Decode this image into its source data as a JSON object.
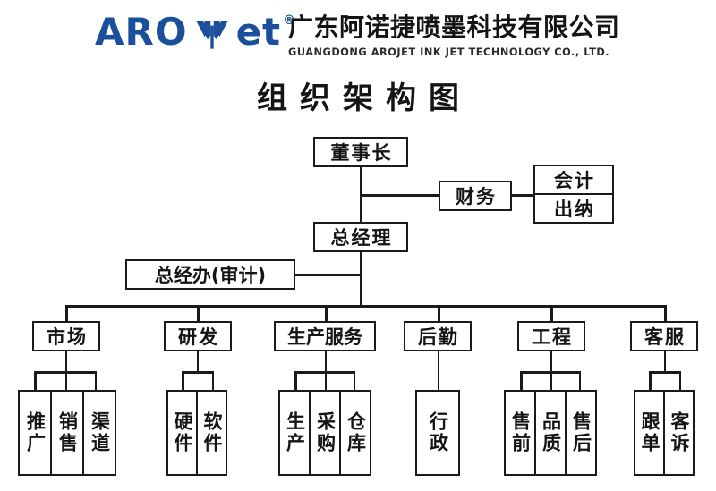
{
  "header": {
    "logo_text_left": "ARO",
    "logo_text_right": "et",
    "logo_mark": "leaf-mark",
    "logo_registered": "®",
    "logo_color": "#1a4f9c",
    "company_cn": "广东阿诺捷喷墨科技有限公司",
    "company_en": "GUANGDONG AROJET INK JET TECHNOLOGY CO., LTD."
  },
  "title": "组织架构图",
  "chart_data": {
    "type": "diagram",
    "diagram_kind": "org-chart",
    "nodes": {
      "chairman": "董事长",
      "finance": "财务",
      "finance_children": [
        "会计",
        "出纳"
      ],
      "general_manager": "总经理",
      "gm_office": "总经办(审计)"
    },
    "departments": [
      {
        "name": "市场",
        "children": [
          "推广",
          "销售",
          "渠道"
        ]
      },
      {
        "name": "研发",
        "children": [
          "硬件",
          "软件"
        ]
      },
      {
        "name": "生产服务",
        "children": [
          "生产",
          "采购",
          "仓库"
        ]
      },
      {
        "name": "后勤",
        "children": [
          "行政"
        ]
      },
      {
        "name": "工程",
        "children": [
          "售前",
          "品质",
          "售后"
        ]
      },
      {
        "name": "客服",
        "children": [
          "跟单",
          "客诉"
        ]
      }
    ],
    "line_color": "#1a1a1a",
    "box_fill": "#ffffff"
  }
}
